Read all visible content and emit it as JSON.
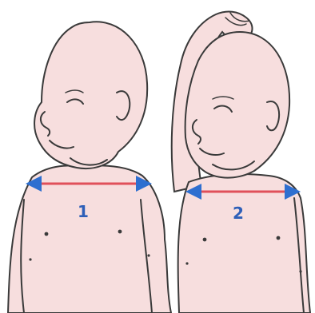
{
  "figures": [
    {
      "id": "1",
      "label": "1"
    },
    {
      "id": "2",
      "label": "2"
    }
  ],
  "colors": {
    "skin": "#f7dede",
    "outline": "#3a3a3a",
    "arrow_line": "#e0505a",
    "arrow_head": "#2e6fd0",
    "label": "#2e5fb8"
  }
}
